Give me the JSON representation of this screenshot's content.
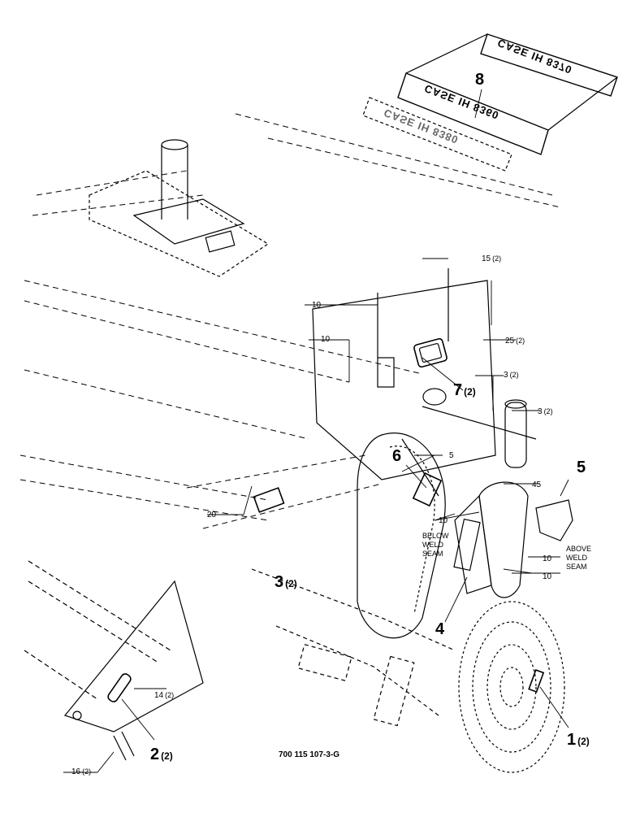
{
  "document_id": "700 115 107-3-G",
  "callouts": [
    {
      "number": "1",
      "qty": "(2)"
    },
    {
      "number": "2",
      "qty": "(2)"
    },
    {
      "number": "3",
      "qty": "(2)"
    },
    {
      "number": "4",
      "qty": ""
    },
    {
      "number": "5",
      "qty": ""
    },
    {
      "number": "6",
      "qty": ""
    },
    {
      "number": "7",
      "qty": "(2)"
    },
    {
      "number": "8",
      "qty": ""
    }
  ],
  "dimensions": [
    {
      "value": "15",
      "qty": "(2)"
    },
    {
      "value": "10",
      "qty": ""
    },
    {
      "value": "10",
      "qty": ""
    },
    {
      "value": "25",
      "qty": "(2)"
    },
    {
      "value": "3",
      "qty": "(2)"
    },
    {
      "value": "3",
      "qty": "(2)"
    },
    {
      "value": "5",
      "qty": ""
    },
    {
      "value": "45",
      "qty": ""
    },
    {
      "value": "10",
      "qty": ""
    },
    {
      "value": "10",
      "qty": ""
    },
    {
      "value": "10",
      "qty": ""
    },
    {
      "value": "20",
      "qty": ""
    },
    {
      "value": "14",
      "qty": "(2)"
    },
    {
      "value": "16",
      "qty": "(2)"
    }
  ],
  "notes": {
    "below_weld": [
      "BELOW",
      "WELD",
      "SEAM"
    ],
    "above_weld": [
      "ABOVE",
      "WELD",
      "SEAM"
    ]
  },
  "decals": [
    "CASE IH 8370",
    "CASE IH 8360",
    "CASE IH 8380"
  ]
}
